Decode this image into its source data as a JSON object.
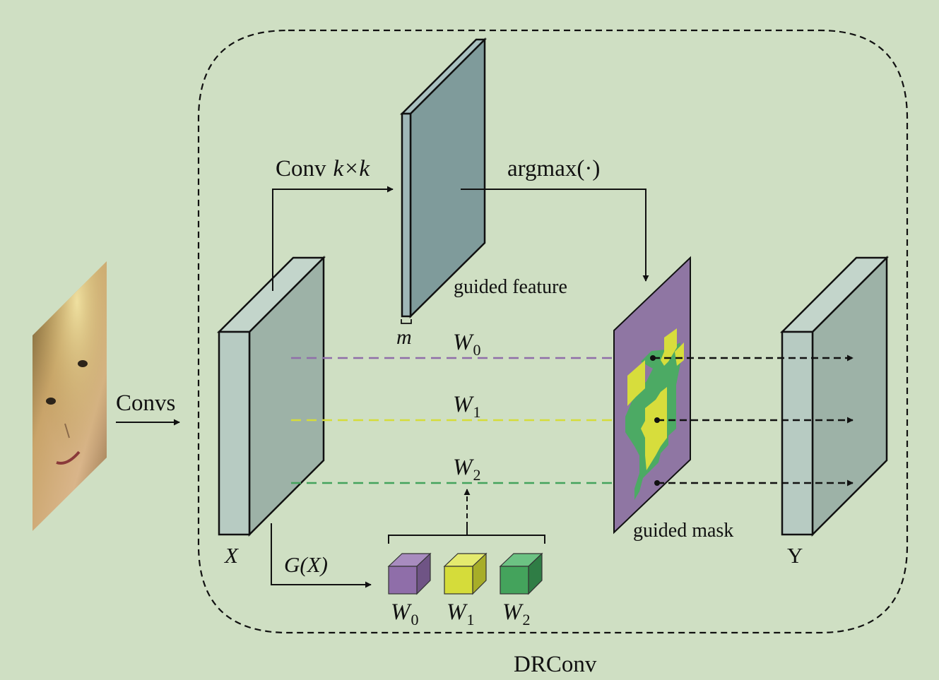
{
  "colors": {
    "background": "#cfdfc3",
    "tensor_front": "#b7cbc2",
    "tensor_side": "#9db2a7",
    "guided_feature": "#7f9b9b",
    "mask_purple": "#8f76a3",
    "mask_yellow": "#d7dd3c",
    "mask_green": "#4caa64",
    "w0": "#8f6ea9",
    "w1": "#d5dc3a",
    "w2": "#44a35c"
  },
  "labels": {
    "convs": "Convs",
    "conv_kxk": "Conv",
    "conv_kxk_math": "k×k",
    "argmax": "argmax(·)",
    "guided_feature": "guided feature",
    "m": "m",
    "w0_base": "W",
    "w0_sub": "0",
    "w1_base": "W",
    "w1_sub": "1",
    "w2_base": "W",
    "w2_sub": "2",
    "x": "X",
    "gx": "G(X)",
    "guided_mask": "guided mask",
    "y": "Y",
    "drconv": "DRConv"
  },
  "icons": {
    "input_image": "face-photo-thumbnail"
  }
}
